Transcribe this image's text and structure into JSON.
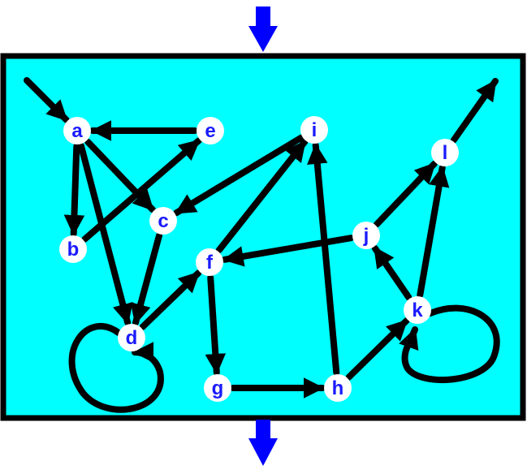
{
  "diagram": {
    "colors": {
      "background": "#00ffff",
      "border": "#000000",
      "edge": "#000000",
      "node_fill": "#ffffff",
      "node_label": "#1a1aff",
      "io_arrow": "#0000ff"
    },
    "nodes": [
      {
        "id": "a",
        "label": "a"
      },
      {
        "id": "b",
        "label": "b"
      },
      {
        "id": "c",
        "label": "c"
      },
      {
        "id": "d",
        "label": "d"
      },
      {
        "id": "e",
        "label": "e"
      },
      {
        "id": "f",
        "label": "f"
      },
      {
        "id": "g",
        "label": "g"
      },
      {
        "id": "h",
        "label": "h"
      },
      {
        "id": "i",
        "label": "i"
      },
      {
        "id": "j",
        "label": "j"
      },
      {
        "id": "k",
        "label": "k"
      },
      {
        "id": "l",
        "label": "l"
      }
    ],
    "edges": [
      {
        "from": "entry",
        "to": "a"
      },
      {
        "from": "e",
        "to": "a"
      },
      {
        "from": "a",
        "to": "b"
      },
      {
        "from": "a",
        "to": "c"
      },
      {
        "from": "a",
        "to": "d"
      },
      {
        "from": "b",
        "to": "e"
      },
      {
        "from": "c",
        "to": "d"
      },
      {
        "from": "i",
        "to": "c"
      },
      {
        "from": "d",
        "to": "f"
      },
      {
        "from": "d",
        "to": "d"
      },
      {
        "from": "f",
        "to": "i"
      },
      {
        "from": "f",
        "to": "g"
      },
      {
        "from": "j",
        "to": "f"
      },
      {
        "from": "g",
        "to": "h"
      },
      {
        "from": "h",
        "to": "i"
      },
      {
        "from": "h",
        "to": "k"
      },
      {
        "from": "j",
        "to": "l"
      },
      {
        "from": "k",
        "to": "j"
      },
      {
        "from": "k",
        "to": "l"
      },
      {
        "from": "k",
        "to": "k"
      },
      {
        "from": "l",
        "to": "exit"
      }
    ]
  }
}
